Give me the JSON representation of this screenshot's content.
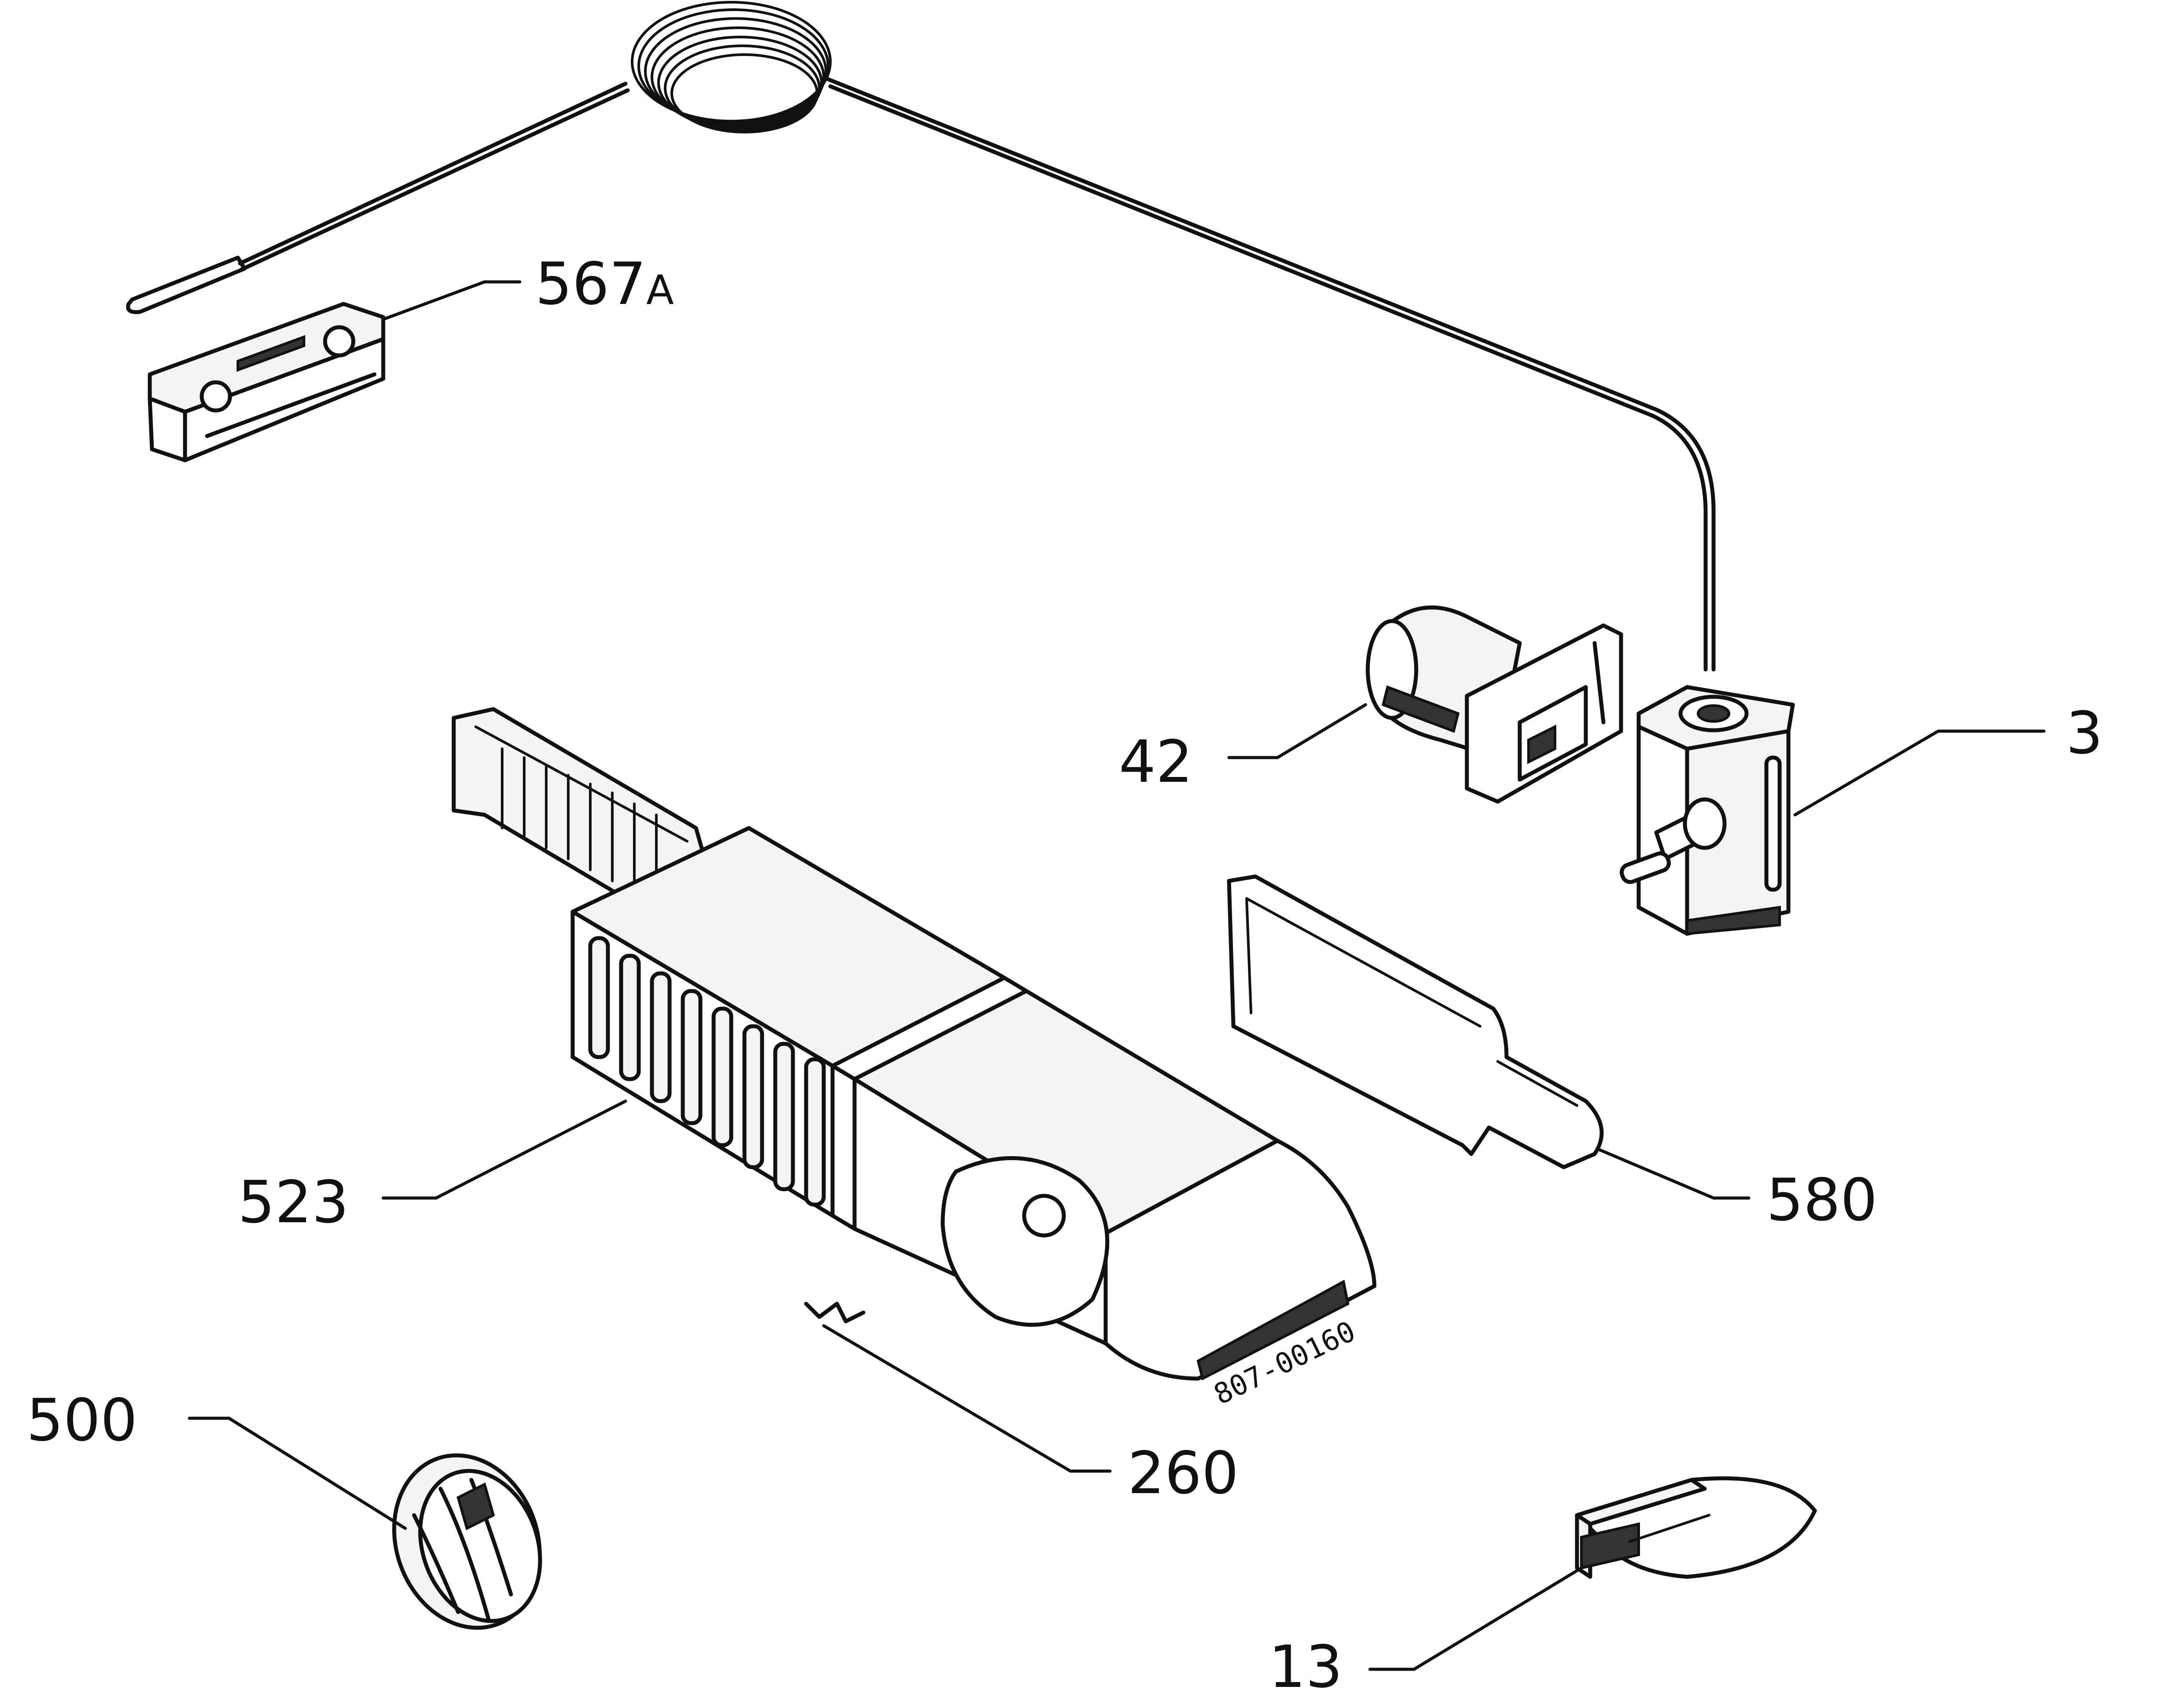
{
  "callouts": [
    {
      "id": "567a",
      "number": "567",
      "suffix": "A"
    },
    {
      "id": "3",
      "number": "3",
      "suffix": ""
    },
    {
      "id": "42",
      "number": "42",
      "suffix": ""
    },
    {
      "id": "523",
      "number": "523",
      "suffix": ""
    },
    {
      "id": "580",
      "number": "580",
      "suffix": ""
    },
    {
      "id": "500",
      "number": "500",
      "suffix": ""
    },
    {
      "id": "260",
      "number": "260",
      "suffix": ""
    },
    {
      "id": "13",
      "number": "13",
      "suffix": ""
    }
  ],
  "drawing_code": "807-00160"
}
